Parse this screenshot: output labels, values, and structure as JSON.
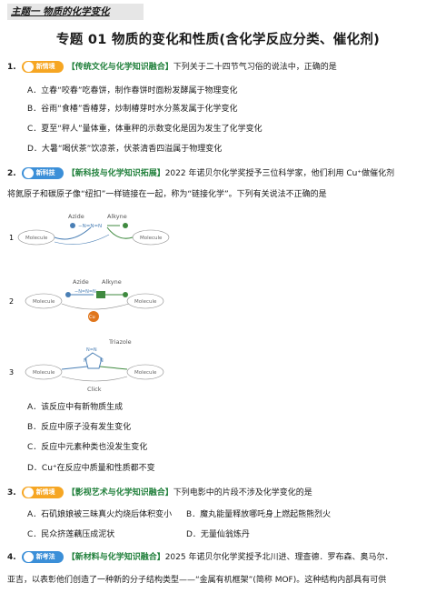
{
  "header": {
    "topic": "主题一  物质的化学变化",
    "title": "专题 01  物质的变化和性质(含化学反应分类、催化剂)"
  },
  "q1": {
    "num": "1.",
    "badge": "新情境",
    "tag": "【传统文化与化学知识融合】",
    "stem": "下列关于二十四节气习俗的说法中，正确的是",
    "options": [
      "A．立春“咬春”吃春饼，制作春饼时面粉发酵属于物理变化",
      "B．谷雨“食椿”香椿芽，炒制椿芽时水分蒸发属于化学变化",
      "C．夏至“秤人”量体重，体重秤的示数变化是因为发生了化学变化",
      "D．大暑“喝伏茶”饮凉茶，伏茶清香四溢属于物理变化"
    ]
  },
  "q2": {
    "num": "2.",
    "badge": "新科技",
    "tag": "【新科技与化学知识拓展】",
    "stem": "2022 年诺贝尔化学奖授予三位科学家，他们利用 Cu⁺做催化剂",
    "stem2": "将氮原子和碳原子像“纽扣”一样链接在一起，称为“链接化学”。下列有关说法不正确的是",
    "diagram": {
      "step_labels": [
        "1",
        "2",
        "3"
      ],
      "azide": "Azide",
      "alkyne": "Alkyne",
      "molecule": "Molecule",
      "cu": "Cu",
      "triazole": "Triazole",
      "click": "Click",
      "azide_formula": "−N=N=N",
      "triazole_n": "N=N",
      "triazole_n2": "N",
      "triazole_n3": "N"
    },
    "options": [
      "A．该反应中有新物质生成",
      "B．反应中原子没有发生变化",
      "C．反应中元素种类也没发生变化",
      "D．Cu⁺在反应中质量和性质都不变"
    ]
  },
  "q3": {
    "num": "3.",
    "badge": "新情境",
    "tag": "【影视艺术与化学知识融合】",
    "stem": "下列电影中的片段不涉及化学变化的是",
    "options": [
      "A．石矶娘娘被三昧真火灼烧后体积变小",
      "B．魔丸能量释放哪吒身上燃起熊熊烈火",
      "C．民众挤莲藕压成泥状",
      "D．无量仙翁炼丹"
    ]
  },
  "q4": {
    "num": "4.",
    "badge": "新考法",
    "tag": "【新材料与化学知识融合】",
    "stem": "2025 年诺贝尔化学奖授予北川进、理查德．罗布森、奥马尔．",
    "stem2": "亚吉，以表彰他们创造了一种新的分子结构类型——“金属有机框架”(简称 MOF)。这种结构内部具有可供"
  },
  "colors": {
    "badge_orange": "#f6a623",
    "badge_blue": "#3b8fd8",
    "tag_green": "#1f7f3a",
    "azide_blue": "#4a7fb5",
    "alkyne_green": "#3f8a3f",
    "cu_orange": "#e0761c"
  }
}
